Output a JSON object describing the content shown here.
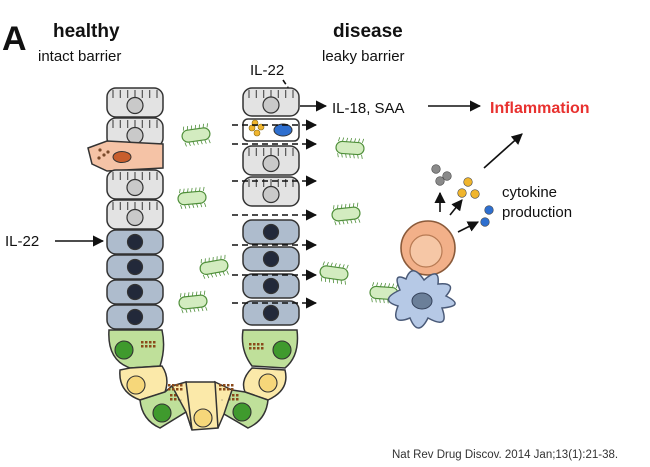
{
  "panel": {
    "letter": "A"
  },
  "healthy": {
    "title": "healthy",
    "subtitle": "intact barrier"
  },
  "disease": {
    "title": "disease",
    "subtitle": "leaky barrier"
  },
  "labels": {
    "il22_top": "IL-22",
    "il22_left": "IL-22",
    "il18_saa": "IL-18, SAA",
    "inflammation": "Inflammation",
    "cytokine_line1": "cytokine",
    "cytokine_line2": "production"
  },
  "citation": "Nat Rev Drug Discov. 2014 Jan;13(1):21-38.",
  "colors": {
    "inflammation": "#e8312f",
    "grey_cell": "#e3e3e3",
    "blue_cell": "#aebccd",
    "dark_nucleus": "#22293a",
    "green_cell": "#bfe09a",
    "green_nucleus": "#3f9a2d",
    "yellow_cell": "#fbe9a9",
    "yellow_nucleus": "#f6d77a",
    "tuft_cell": "#f5c3a6",
    "tuft_nucleus": "#c85e2d",
    "bacteria": "#d3ecc0",
    "bacteria_stroke": "#4f8f3a",
    "immune_cell": "#f2b089",
    "dendritic": "#b6c9e6",
    "blue_dot": "#2e6fcf",
    "orange_dot": "#f0b52d",
    "grey_dot": "#8a8a8a"
  }
}
